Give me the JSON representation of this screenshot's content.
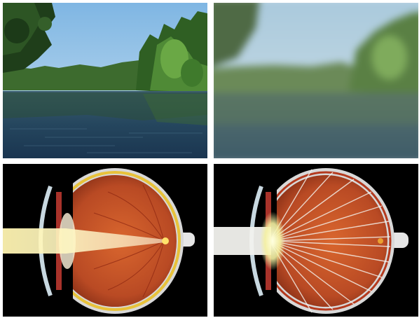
{
  "panels": [
    {
      "id": "lake-photo-sharp",
      "caption": "",
      "vision": "clear"
    },
    {
      "id": "lake-photo-blurred",
      "caption": "",
      "vision": "blurred"
    },
    {
      "id": "eye-diagram-focused",
      "caption": "",
      "light": "converging-to-single-focal-point"
    },
    {
      "id": "eye-diagram-cataract",
      "caption": "",
      "light": "scattered-by-cloudy-lens"
    }
  ],
  "colors": {
    "sky": "#a9cde8",
    "water": "#203d56",
    "foliage": "#2f5f23",
    "retina": "#c4532a",
    "macula": "#e8c23a",
    "light_beam": "#fff7c2"
  }
}
